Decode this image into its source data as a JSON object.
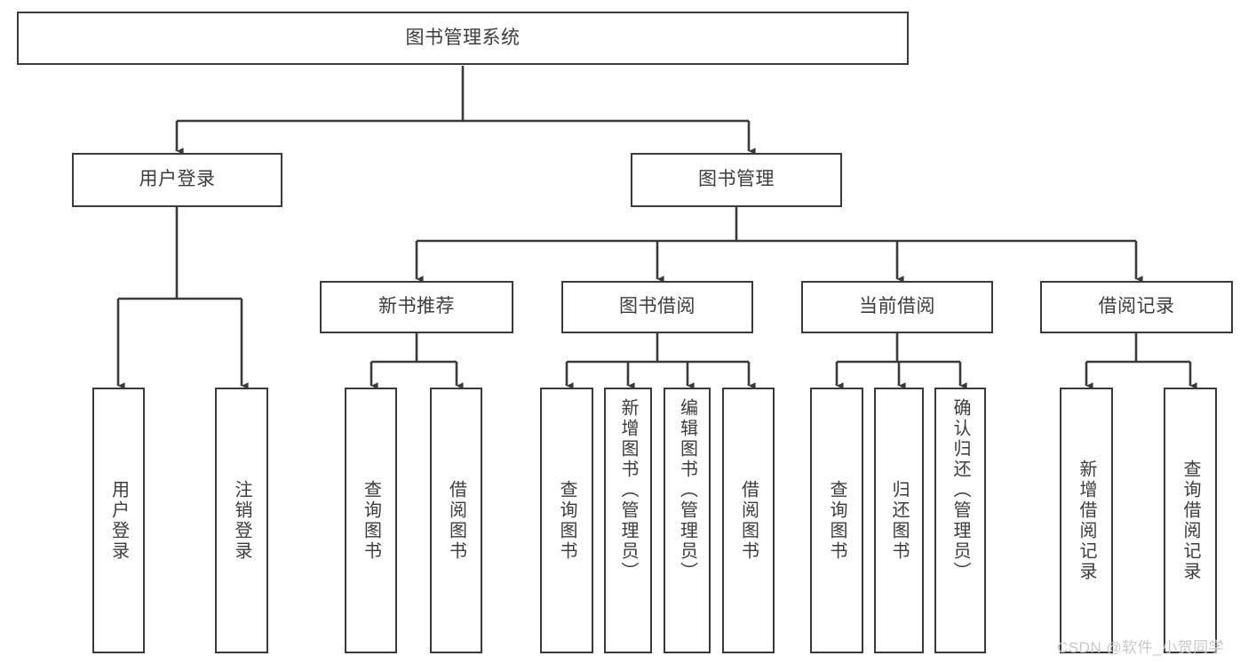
{
  "diagram": {
    "title": "图书管理系统",
    "type": "tree-hierarchy-diagram",
    "watermark": "CSDN @软件_小贺同学",
    "colors": {
      "box_border": "#3a3a3a",
      "box_fill": "#ffffff",
      "edge": "#3a3a3a",
      "text": "#3c3c3c",
      "watermark": "#c9c9c9",
      "background": "#ffffff"
    },
    "nodes": {
      "root": {
        "label": "图书管理系统"
      },
      "level2": [
        {
          "id": "user-login",
          "label": "用户登录"
        },
        {
          "id": "book-management",
          "label": "图书管理"
        }
      ],
      "level3": [
        {
          "id": "new-book-recommend",
          "label": "新书推荐"
        },
        {
          "id": "book-borrow",
          "label": "图书借阅"
        },
        {
          "id": "current-borrow",
          "label": "当前借阅"
        },
        {
          "id": "borrow-record",
          "label": "借阅记录"
        }
      ],
      "leaves": [
        {
          "id": "leaf-user-login",
          "parent": "user-login",
          "label": "用户登录"
        },
        {
          "id": "leaf-logout-login",
          "parent": "user-login",
          "label": "注销登录"
        },
        {
          "id": "leaf-query-book-1",
          "parent": "new-book-recommend",
          "label": "查询图书"
        },
        {
          "id": "leaf-borrow-book-1",
          "parent": "new-book-recommend",
          "label": "借阅图书"
        },
        {
          "id": "leaf-query-book-2",
          "parent": "book-borrow",
          "label": "查询图书"
        },
        {
          "id": "leaf-add-book-admin",
          "parent": "book-borrow",
          "label": "新增图书（管理员）"
        },
        {
          "id": "leaf-edit-book-admin",
          "parent": "book-borrow",
          "label": "编辑图书（管理员）"
        },
        {
          "id": "leaf-borrow-book-2",
          "parent": "book-borrow",
          "label": "借阅图书"
        },
        {
          "id": "leaf-query-book-3",
          "parent": "current-borrow",
          "label": "查询图书"
        },
        {
          "id": "leaf-return-book",
          "parent": "current-borrow",
          "label": "归还图书"
        },
        {
          "id": "leaf-confirm-return-admin",
          "parent": "current-borrow",
          "label": "确认归还（管理员）"
        },
        {
          "id": "leaf-add-borrow-record",
          "parent": "borrow-record",
          "label": "新增借阅记录"
        },
        {
          "id": "leaf-query-borrow-record",
          "parent": "borrow-record",
          "label": "查询借阅记录"
        }
      ]
    }
  }
}
